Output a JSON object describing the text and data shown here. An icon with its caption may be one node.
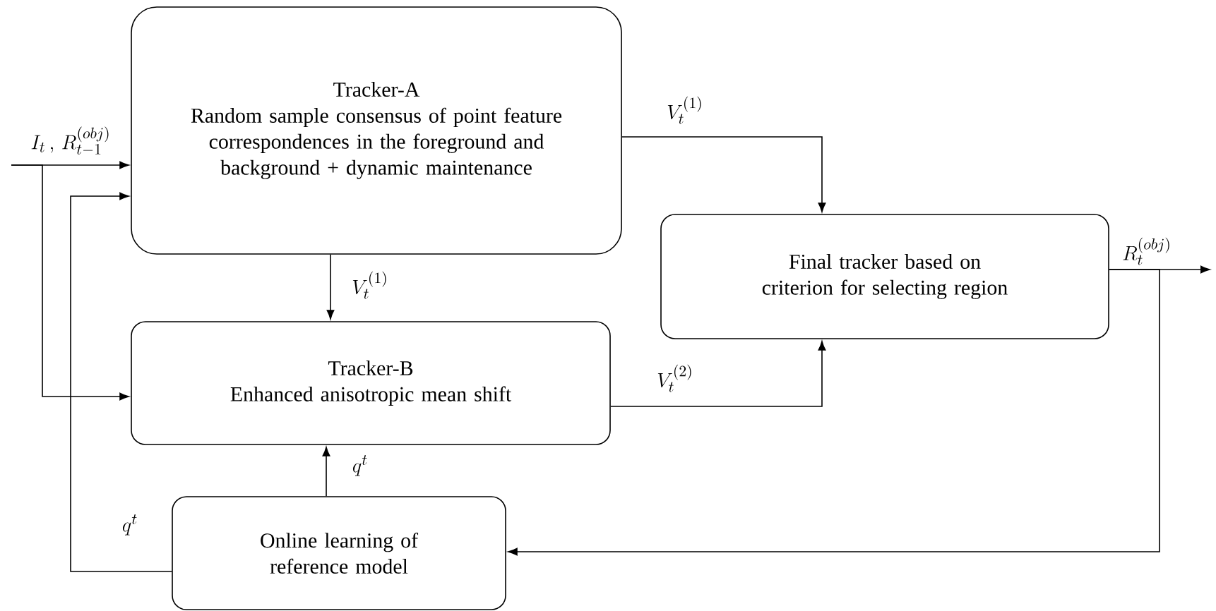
{
  "diagram": {
    "nodes": [
      {
        "text": [
          "Tracker-A",
          "Random sample consensus of point feature correspondences in the foreground and background + dynamic maintenance"
        ]
      },
      {
        "text": [
          "Tracker-B",
          "Enhanced anisotropic mean shift"
        ]
      },
      {
        "text": [
          "Final tracker based on criterion for selecting region"
        ]
      },
      {
        "text": [
          "Online learning of reference model"
        ]
      }
    ],
    "edges": [
      {
        "from": null,
        "to": 0,
        "arrow": "to",
        "label": "I_t\\,,\\,R_{t-1}^{(obj)}"
      },
      {
        "from": null,
        "to": 1,
        "arrow": "to"
      },
      {
        "from": 0,
        "to": 1,
        "arrow": "to",
        "label": "V_t^{(1)}"
      },
      {
        "from": 0,
        "to": 2,
        "arrow": "to",
        "label": "V_t^{(1)}"
      },
      {
        "from": 1,
        "to": 2,
        "arrow": "to",
        "label": "V_t^{(2)}"
      },
      {
        "from": 3,
        "to": 1,
        "arrow": "to",
        "label": "q^t"
      },
      {
        "from": 3,
        "to": 0,
        "arrow": "to",
        "label": "q^t"
      },
      {
        "from": 2,
        "to": null,
        "arrow": "to",
        "label": "R_t^{(obj)}"
      },
      {
        "from": 2,
        "to": 3,
        "arrow": "to"
      }
    ]
  }
}
